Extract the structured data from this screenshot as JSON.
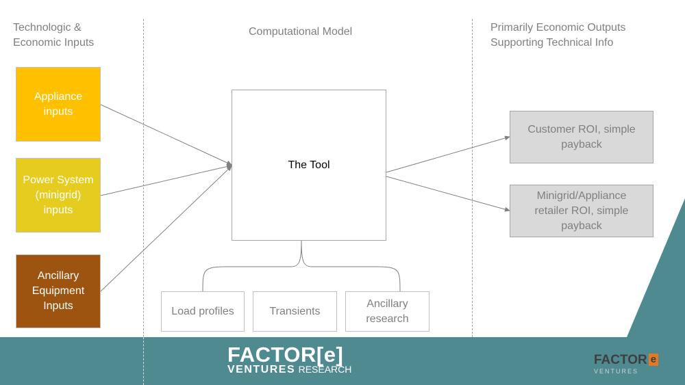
{
  "headers": {
    "inputs": "Technologic &\nEconomic Inputs",
    "model": "Computational Model",
    "outputs": "Primarily Economic Outputs\nSupporting Technical Info"
  },
  "inputs": [
    {
      "label": "Appliance\ninputs",
      "color": "#ffc000"
    },
    {
      "label": "Power System\n(minigrid)\ninputs",
      "color": "#e6cc1e"
    },
    {
      "label": "Ancillary\nEquipment\nInputs",
      "color": "#9c5410"
    }
  ],
  "tool": {
    "label": "The Tool"
  },
  "sub_modules": [
    {
      "label": "Load profiles"
    },
    {
      "label": "Transients"
    },
    {
      "label": "Ancillary\nresearch"
    }
  ],
  "outputs": [
    {
      "label": "Customer ROI, simple\npayback"
    },
    {
      "label": "Minigrid/Appliance\nretailer ROI, simple\npayback"
    }
  ],
  "footer": {
    "logo_main_a": "FACTOR",
    "logo_main_b": "[e]",
    "logo_sub_a": "VENTURES",
    "logo_sub_b": "RESEARCH",
    "small_logo_a": "FACTOR",
    "small_logo_b": "e",
    "small_logo_sub": "VENTURES"
  },
  "colors": {
    "footer": "#4f8a91",
    "accent": "#e87722",
    "arrow": "#808080"
  }
}
